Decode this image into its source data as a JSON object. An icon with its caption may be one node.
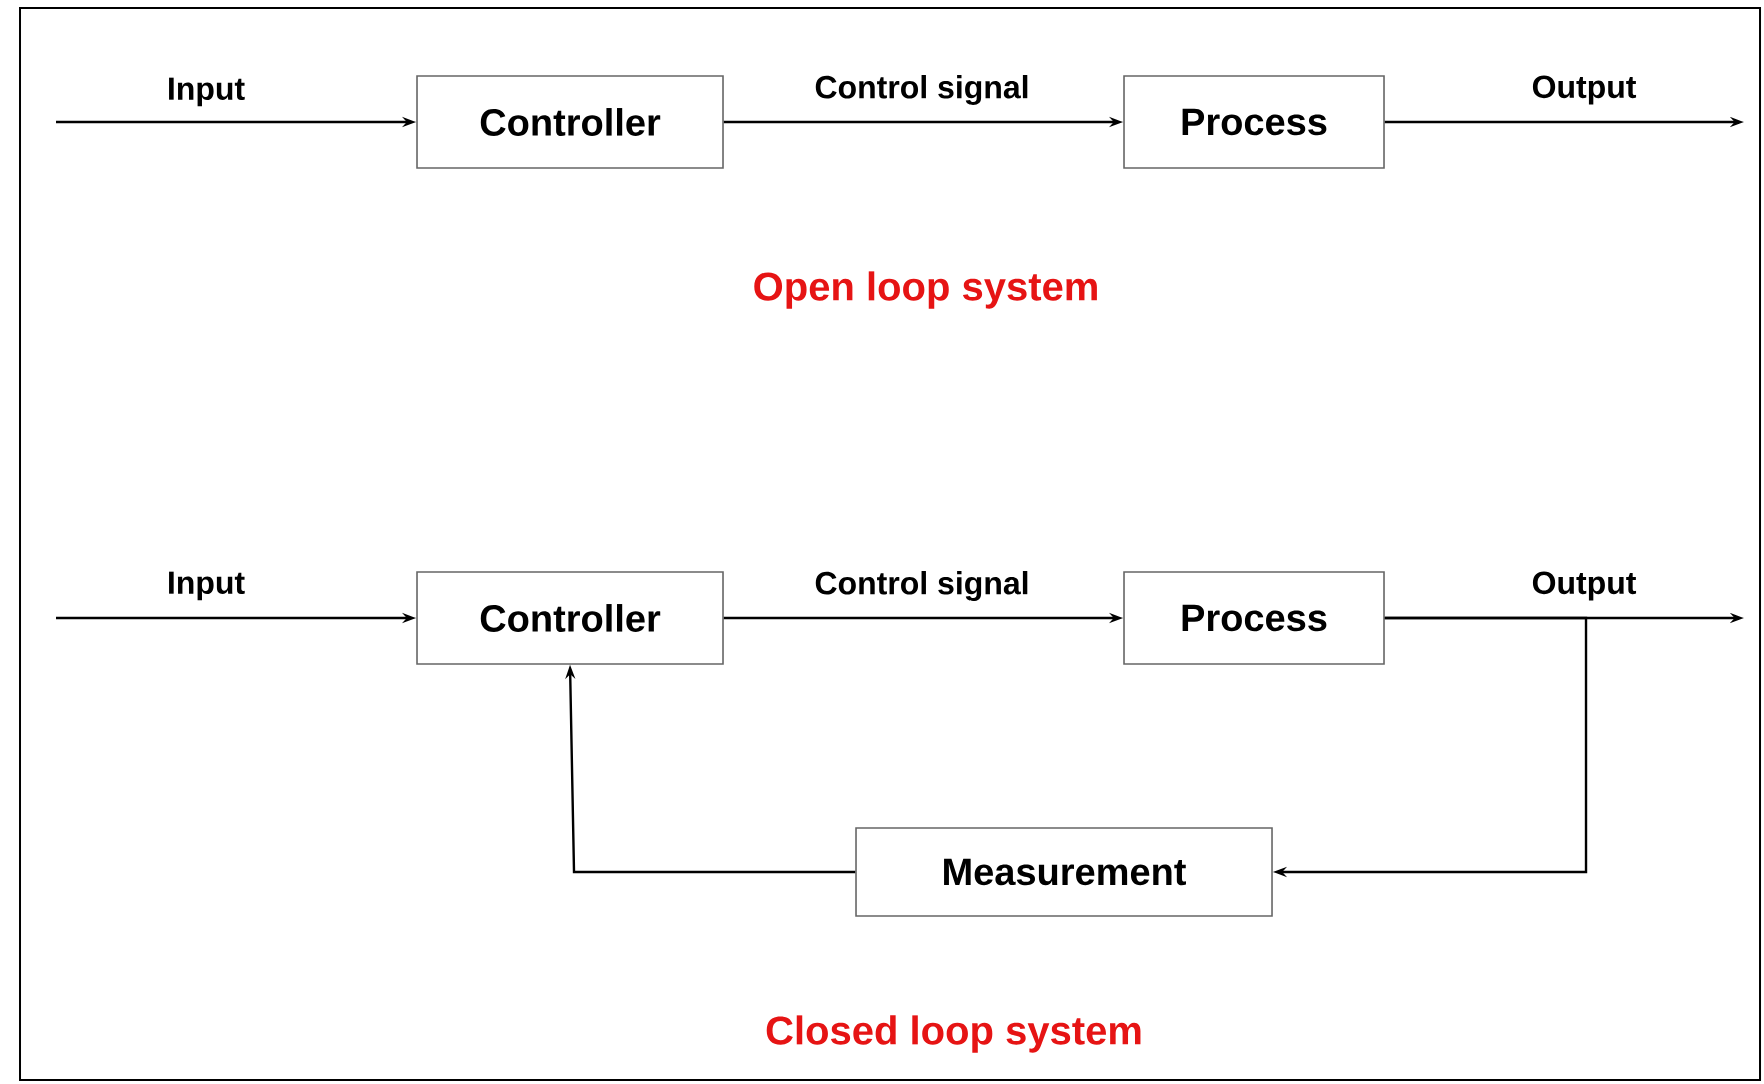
{
  "diagram": {
    "nodes": [
      {
        "text": [
          "Controller"
        ]
      },
      {
        "text": [
          "Process"
        ]
      },
      {
        "text": [
          "Controller"
        ]
      },
      {
        "text": [
          "Process"
        ]
      },
      {
        "text": [
          "Measurement"
        ]
      }
    ],
    "edges": [
      {
        "from": null,
        "to": 0,
        "arrow": "to",
        "label": "Input"
      },
      {
        "from": 0,
        "to": 1,
        "arrow": "to",
        "label": "Control signal"
      },
      {
        "from": 1,
        "to": null,
        "arrow": "to",
        "label": "Output"
      },
      {
        "from": null,
        "to": 2,
        "arrow": "to",
        "label": "Input"
      },
      {
        "from": 2,
        "to": 3,
        "arrow": "to",
        "label": "Control signal"
      },
      {
        "from": 3,
        "to": null,
        "arrow": "to",
        "label": "Output"
      },
      {
        "from": 3,
        "to": 4,
        "arrow": "to"
      },
      {
        "from": 4,
        "to": 2,
        "arrow": "to"
      }
    ],
    "labels": [
      "Open loop system",
      "Closed loop system"
    ]
  }
}
